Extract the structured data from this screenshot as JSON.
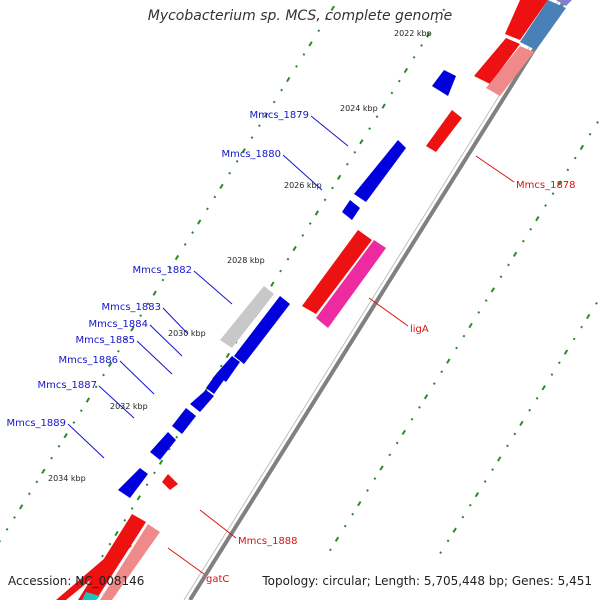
{
  "title": "Mycobacterium sp. MCS, complete genome",
  "footer": {
    "accession": "Accession: NC_008146",
    "topology": "Topology: circular; Length: 5,705,448 bp; Genes: 5,451"
  },
  "ticks": [
    "2022 kbp",
    "2024 kbp",
    "2026 kbp",
    "2028 kbp",
    "2030 kbp",
    "2032 kbp",
    "2034 kbp"
  ],
  "genes_left": [
    "Mmcs_1879",
    "Mmcs_1880",
    "Mmcs_1882",
    "Mmcs_1883",
    "Mmcs_1884",
    "Mmcs_1885",
    "Mmcs_1886",
    "Mmcs_1887",
    "Mmcs_1889"
  ],
  "genes_right": [
    "Mmcs_1878",
    "ligA",
    "Mmcs_1888",
    "gatC"
  ],
  "colors": {
    "backbone": "#808080",
    "forward_cds": "#0000dd",
    "reverse_cds": "#ee1111",
    "pink_feature": "#ee2aa0",
    "grey_feature": "#c8c8c8",
    "steel_feature": "#4a80b8",
    "left_label": "#1515cc",
    "right_label": "#dd1111",
    "gc_dot": "#2a8a2a"
  }
}
